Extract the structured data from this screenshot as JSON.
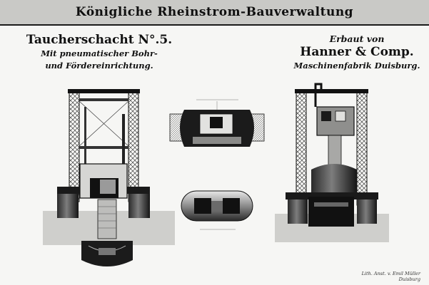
{
  "header": {
    "title": "Königliche Rheinstrom-Bauverwaltung"
  },
  "left_caption": {
    "title": "Taucherschacht N°.5.",
    "line1": "Mit pneumatischer Bohr-",
    "line2": "und Fördereinrichtung."
  },
  "right_caption": {
    "line1": "Erbaut von",
    "title": "Hanner & Comp.",
    "line2": "Maschinenfabrik Duisburg."
  },
  "footer": {
    "maker_line1": "Lith. Anst. v. Emil Müller",
    "maker_line2": "Duisburg"
  },
  "colors": {
    "ink": "#111111",
    "paper": "#f6f6f4",
    "banner": "#c9c9c6"
  }
}
